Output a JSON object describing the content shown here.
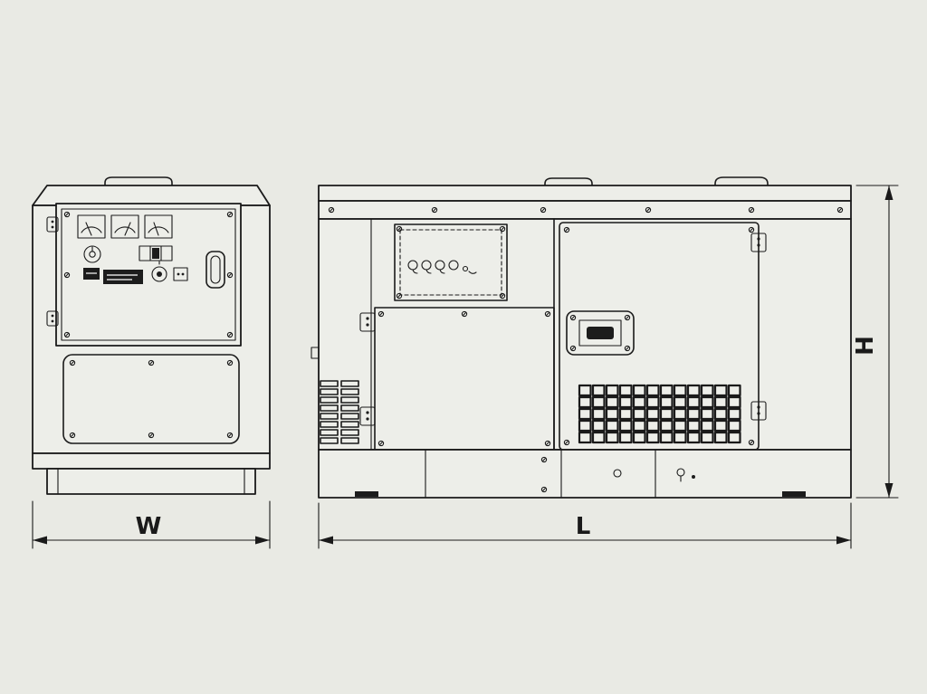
{
  "canvas": {
    "background_color": "#e9eae4",
    "line_color": "#1a1a1a",
    "panel_color": "#edeee9"
  },
  "dimensions": {
    "width_label": "W",
    "length_label": "L",
    "height_label": "H"
  }
}
